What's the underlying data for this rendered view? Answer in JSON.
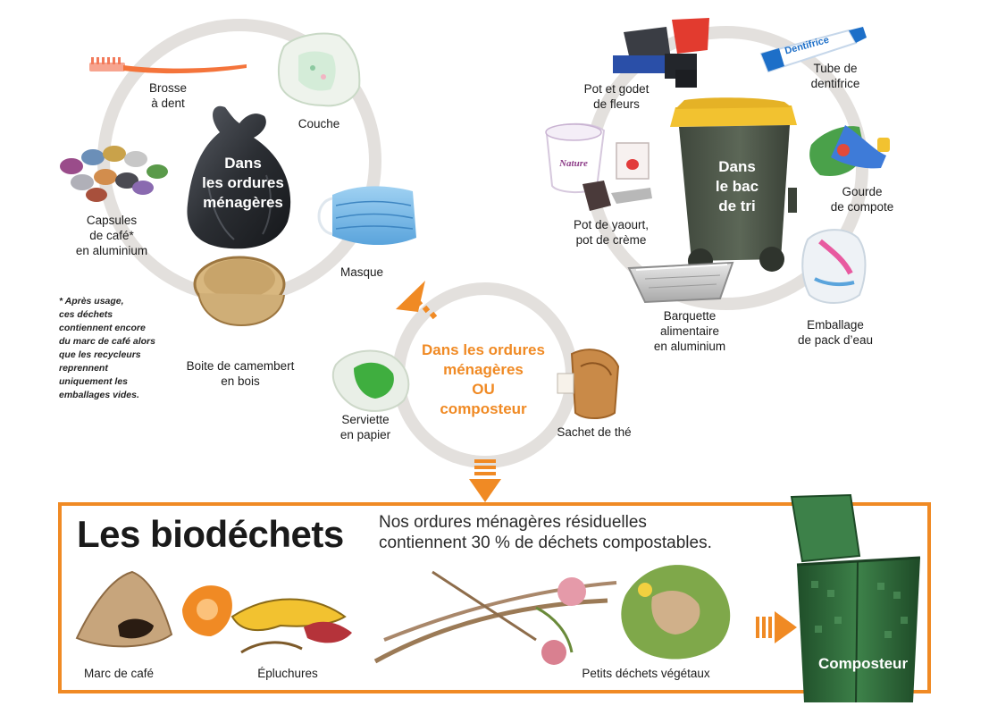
{
  "groups": {
    "ordures": {
      "hub_lines": [
        "Dans",
        "les ordures",
        "ménagères"
      ],
      "items": [
        {
          "id": "brosse",
          "lines": [
            "Brosse",
            "à dent"
          ],
          "icon": "toothbrush-icon"
        },
        {
          "id": "couche",
          "lines": [
            "Couche"
          ],
          "icon": "diaper-icon"
        },
        {
          "id": "capsules",
          "lines": [
            "Capsules",
            "de café*",
            "en aluminium"
          ],
          "icon": "coffee-capsules-icon"
        },
        {
          "id": "masque",
          "lines": [
            "Masque"
          ],
          "icon": "face-mask-icon"
        },
        {
          "id": "camembert",
          "lines": [
            "Boite de camembert",
            "en bois"
          ],
          "icon": "wooden-box-icon"
        }
      ],
      "note_lines": [
        "* Après usage,",
        "ces déchets",
        "contiennent encore",
        "du marc de café alors",
        "que les recycleurs",
        "reprennent",
        "uniquement les",
        "emballages vides."
      ]
    },
    "tri": {
      "hub_lines": [
        "Dans",
        "le bac",
        "de tri"
      ],
      "items": [
        {
          "id": "pot-fleurs",
          "lines": [
            "Pot et godet",
            "de fleurs"
          ],
          "icon": "flower-pot-icon"
        },
        {
          "id": "dentifrice",
          "lines": [
            "Tube de",
            "dentifrice"
          ],
          "icon": "toothpaste-tube-icon",
          "product_text": "Dentifrice"
        },
        {
          "id": "yaourt",
          "lines": [
            "Pot de yaourt,",
            "pot de crème"
          ],
          "icon": "yogurt-pot-icon",
          "product_text": "Nature"
        },
        {
          "id": "gourde",
          "lines": [
            "Gourde",
            "de compote"
          ],
          "icon": "compote-pouch-icon"
        },
        {
          "id": "barquette",
          "lines": [
            "Barquette",
            "alimentaire",
            "en aluminium"
          ],
          "icon": "aluminium-tray-icon"
        },
        {
          "id": "pack-eau",
          "lines": [
            "Emballage",
            "de pack d’eau"
          ],
          "icon": "water-pack-wrap-icon"
        }
      ]
    },
    "mixte": {
      "hub_lines": [
        "Dans les ordures",
        "ménagères",
        "OU",
        "composteur"
      ],
      "items": [
        {
          "id": "serviette",
          "lines": [
            "Serviette",
            "en papier"
          ],
          "icon": "paper-napkin-icon"
        },
        {
          "id": "the",
          "lines": [
            "Sachet de thé"
          ],
          "icon": "tea-bag-icon"
        }
      ]
    }
  },
  "biodechets": {
    "title": "Les biodéchets",
    "desc_lines": [
      "Nos ordures ménagères résiduelles",
      "contiennent 30 % de déchets compostables."
    ],
    "items": [
      {
        "id": "marc",
        "label": "Marc de café",
        "icon": "coffee-filter-icon"
      },
      {
        "id": "epluchures",
        "label": "Épluchures",
        "icon": "peelings-icon"
      },
      {
        "id": "vegetaux",
        "label": "Petits déchets végétaux",
        "icon": "plant-waste-icon"
      }
    ],
    "composteur_label": "Composteur"
  },
  "colors": {
    "orange": "#f08a24",
    "ring": "#e3e0dd",
    "bin_body": "#4e5a4a",
    "bin_lid": "#f2c230",
    "compost_green": "#2e6b3a"
  }
}
